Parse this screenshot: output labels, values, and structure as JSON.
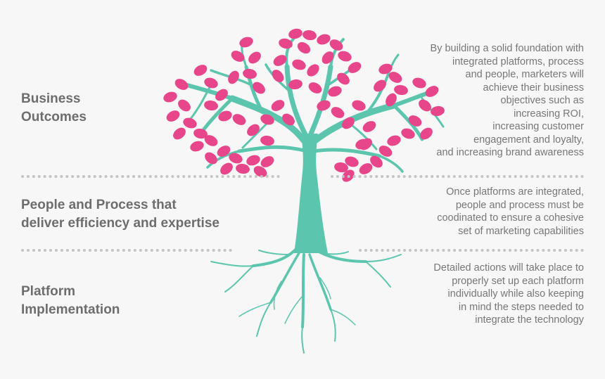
{
  "colors": {
    "background": "#f7f7f7",
    "leaf": "#e8468b",
    "trunk": "#5cc5ae",
    "label": "#6d6d6d",
    "body_text": "#777777",
    "divider": "#c4c4c4"
  },
  "layers": [
    {
      "label": "Business\nOutcomes",
      "description": "By building a solid foundation with\nintegrated platforms, process\nand people, marketers will\nachieve their business\nobjectives such as\nincreasing ROI,\nincreasing customer\nengagement and loyalty,\nand increasing brand awareness"
    },
    {
      "label": "People and Process that\ndeliver efficiency and expertise",
      "description": "Once platforms are integrated,\npeople and process must be\ncoodinated to ensure a cohesive\nset of marketing capabilities"
    },
    {
      "label": "Platform\nImplementation",
      "description": "Detailed actions will take place to\nproperly set up each platform\nindividually while also keeping\nin mind the steps needed to\nintegrate the technology"
    }
  ]
}
